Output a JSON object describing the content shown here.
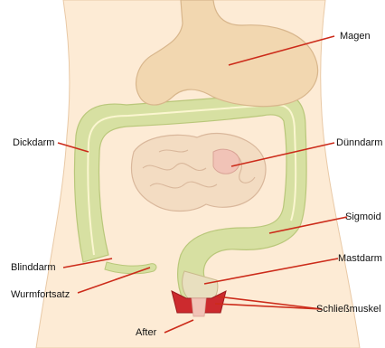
{
  "diagram": {
    "labels": {
      "magen": "Magen",
      "dickdarm": "Dickdarm",
      "duenndarm": "Dünndarm",
      "sigmoid": "Sigmoid",
      "blinddarm": "Blinddarm",
      "mastdarm": "Mastdarm",
      "wurmfortsatz": "Wurmfortsatz",
      "schliessmuskel": "Schließmuskel",
      "after": "After"
    },
    "colors": {
      "skin": "#fdebd5",
      "skin_outline": "#e9c9a6",
      "stomach": "#f2d7b0",
      "colon": "#d7e0a2",
      "colon_dark": "#b9c77a",
      "small_intestine": "#f3dcc2",
      "rectum_pink": "#f1c3b7",
      "sphincter": "#cc2a2e",
      "leader": "#cc2b1a"
    }
  }
}
